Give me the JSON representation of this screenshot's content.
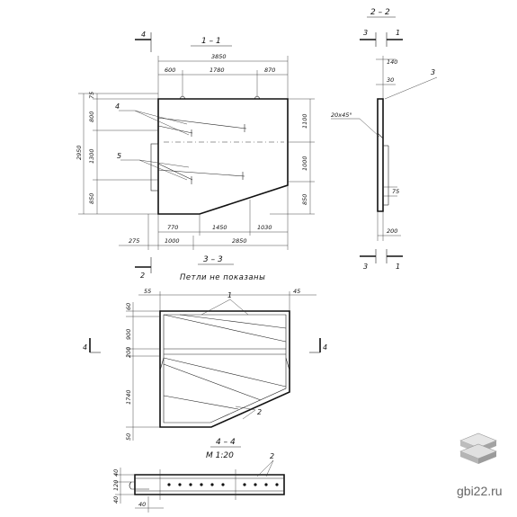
{
  "view_1_1": {
    "title": "1 – 1",
    "overall_width": "3850",
    "top_dims": [
      "600",
      "1780",
      "870"
    ],
    "left_overall": "2950",
    "left_dims": [
      "75",
      "800",
      "1300",
      "850"
    ],
    "right_dims": [
      "1100",
      "1000",
      "850"
    ],
    "bottom_dims": [
      "770",
      "1450",
      "1030"
    ],
    "bottom_dims_2": [
      "275",
      "1000",
      "2850"
    ],
    "callouts": [
      "4",
      "5"
    ],
    "cut_markers": [
      "4",
      "2"
    ]
  },
  "view_2_2": {
    "title": "2 – 2",
    "top_marks": [
      "3",
      "1"
    ],
    "dims": [
      "140",
      "30",
      "75",
      "200"
    ],
    "chamfer": "20x45°",
    "callout": "3",
    "bottom_marks": [
      "3",
      "1"
    ]
  },
  "view_3_3": {
    "title": "3 – 3",
    "note": "Петли не показаны",
    "top_dims": [
      "55",
      "45"
    ],
    "left_dims": [
      "60",
      "900",
      "200",
      "1740",
      "50"
    ],
    "callouts": [
      "1",
      "2"
    ],
    "cut_markers": [
      "4",
      "4"
    ]
  },
  "view_4_4": {
    "title": "4 – 4",
    "scale": "М 1:20",
    "dims": [
      "40",
      "120",
      "40",
      "40"
    ],
    "callout": "2"
  },
  "watermark": {
    "text": "gbi22.ru",
    "logo_icon": "stacked-slabs-icon"
  }
}
